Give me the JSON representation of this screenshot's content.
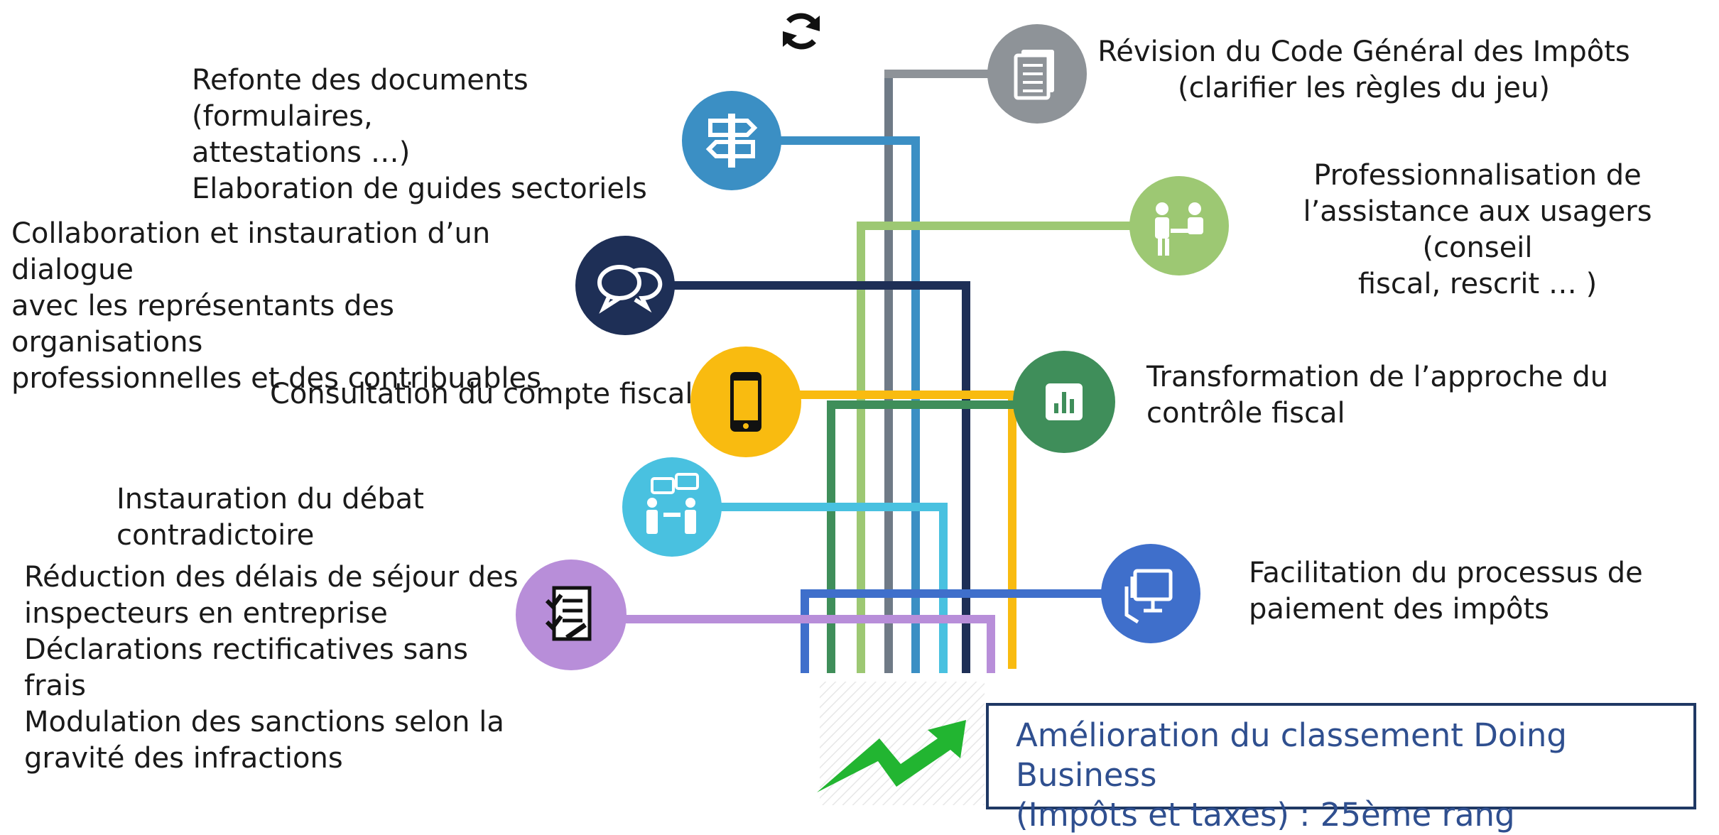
{
  "cycle_icon": "refresh-cycle-icon",
  "items": [
    {
      "id": "revision-code",
      "text": "Révision du Code Général des Impôts\n(clarifier les règles du jeu)",
      "icon": "document-icon",
      "color": "#8e9398"
    },
    {
      "id": "refonte-documents",
      "text": "Refonte des documents (formulaires,\nattestations …)\nElaboration de guides sectoriels",
      "icon": "signpost-icon",
      "color": "#3b8fc4"
    },
    {
      "id": "professionnalisation",
      "text": "Professionnalisation de\nl’assistance aux usagers (conseil\nfiscal, rescrit … )",
      "icon": "help-desk-icon",
      "color": "#9dc873"
    },
    {
      "id": "collaboration",
      "text": "Collaboration et instauration d’un dialogue\navec les représentants des organisations\nprofessionnelles et des contribuables",
      "icon": "speech-bubbles-icon",
      "color": "#1e2f56"
    },
    {
      "id": "consultation",
      "text": "Consultation du compte fiscal",
      "icon": "smartphone-icon",
      "color": "#f9bb10"
    },
    {
      "id": "transformation",
      "text": "Transformation de l’approche du\ncontrôle fiscal",
      "icon": "bar-chart-icon",
      "color": "#3f8e5a"
    },
    {
      "id": "debat",
      "text": "Instauration du débat contradictoire",
      "icon": "discussion-icon",
      "color": "#49c1e0"
    },
    {
      "id": "facilitation",
      "text": "Facilitation du processus de\npaiement des impôts",
      "icon": "touch-screen-icon",
      "color": "#3f6fcb"
    },
    {
      "id": "reduction",
      "text": "Réduction des délais de séjour des\ninspecteurs en entreprise\nDéclarations rectificatives sans frais\nModulation des sanctions selon la\ngravité des infractions",
      "icon": "checklist-icon",
      "color": "#b88ed9"
    }
  ],
  "result": {
    "text": "Amélioration du classement Doing Business\n(Impôts et taxes) : 25ème rang",
    "icon": "trend-up-arrow-icon",
    "arrow_color": "#22b531",
    "border_color": "#1f3864",
    "text_color": "#2f4f8f"
  }
}
